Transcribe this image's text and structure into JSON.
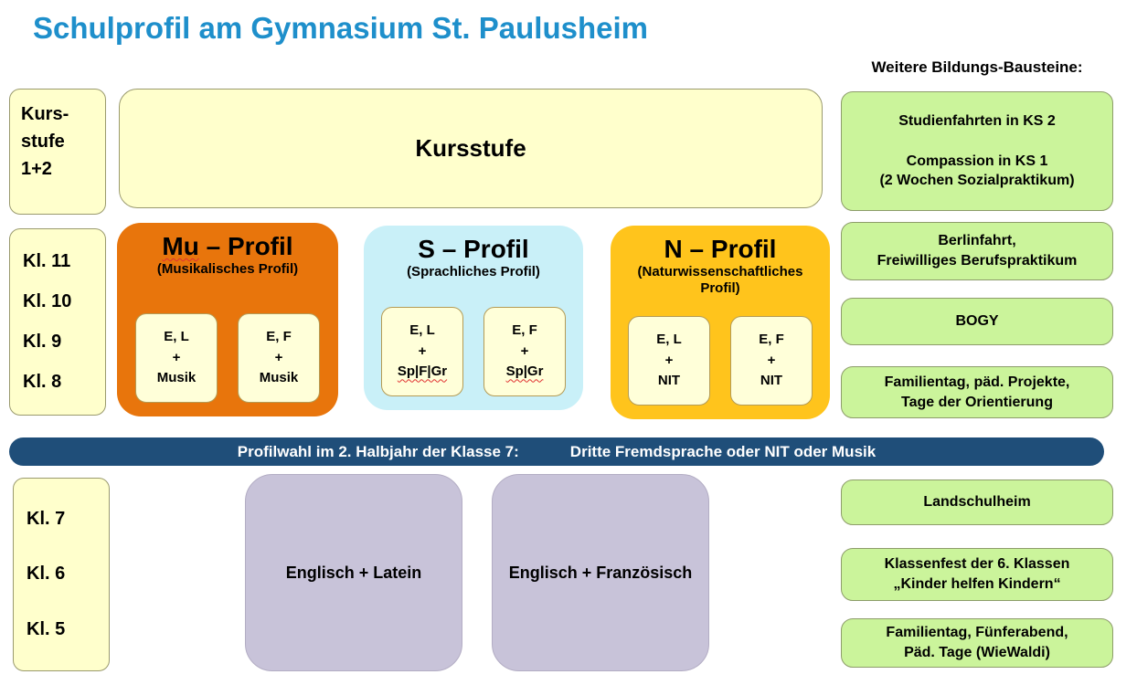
{
  "title": "Schulprofil am Gymnasium St. Paulusheim",
  "kursstufe": {
    "side_label_lines": [
      "Kurs-",
      "stufe",
      "1+2"
    ],
    "main_label": "Kursstufe"
  },
  "grade_labels": {
    "upper": [
      "Kl. 11",
      "Kl. 10",
      "Kl. 9",
      "Kl. 8"
    ],
    "lower": [
      "Kl. 7",
      "Kl. 6",
      "Kl. 5"
    ]
  },
  "profiles": [
    {
      "name_word": "Mu",
      "name_rest": " – Profil",
      "subtitle": "(Musikalisches Profil)",
      "options": [
        {
          "lines": [
            "E, L",
            "+",
            "Musik"
          ]
        },
        {
          "lines": [
            "E, F",
            "+",
            "Musik"
          ]
        }
      ]
    },
    {
      "name_word": "S",
      "name_rest": " – Profil",
      "subtitle": "(Sprachliches Profil)",
      "options": [
        {
          "lines": [
            "E, L",
            "+",
            "Sp|F|Gr"
          ]
        },
        {
          "lines": [
            "E, F",
            "+",
            "Sp|Gr"
          ]
        }
      ]
    },
    {
      "name_word": "N",
      "name_rest": " – Profil",
      "subtitle": "(Naturwissenschaftliches Profil)",
      "options": [
        {
          "lines": [
            "E, L",
            "+",
            "NIT"
          ]
        },
        {
          "lines": [
            "E, F",
            "+",
            "NIT"
          ]
        }
      ]
    }
  ],
  "banner": {
    "left_text": "Profilwahl im 2. Halbjahr der Klasse 7:",
    "right_text": "Dritte Fremdsprache oder NIT oder Musik"
  },
  "language_tracks": [
    {
      "label": "Englisch + Latein"
    },
    {
      "label": "Englisch + Französisch"
    }
  ],
  "sidebar": {
    "header": "Weitere Bildungs-Bausteine:",
    "top_box_lines": [
      "Studienfahrten in KS 2",
      "",
      "Compassion in KS 1",
      "(2 Wochen Sozialpraktikum)"
    ],
    "middle_boxes": [
      {
        "lines": [
          "Berlinfahrt,",
          "Freiwilliges Berufspraktikum"
        ]
      },
      {
        "lines": [
          "BOGY"
        ]
      },
      {
        "lines": [
          "Familientag, päd. Projekte,",
          "Tage der Orientierung"
        ]
      }
    ],
    "bottom_boxes": [
      {
        "lines": [
          "Landschulheim"
        ]
      },
      {
        "lines": [
          "Klassenfest der 6. Klassen",
          "„Kinder helfen Kindern“"
        ]
      },
      {
        "lines": [
          "Familientag, Fünferabend,",
          "Päd. Tage (WieWaldi)"
        ]
      }
    ]
  },
  "colors": {
    "title_blue": "#1E8FCB",
    "box_yellow": "#FFFFCC",
    "box_green": "#CBF49B",
    "profile_orange": "#E8750C",
    "profile_cyan": "#C9F0F8",
    "profile_amber": "#FFC41C",
    "track_purple": "#C8C3D9",
    "banner_navy": "#1F4E79",
    "spellcheck_red": "#e03131"
  }
}
